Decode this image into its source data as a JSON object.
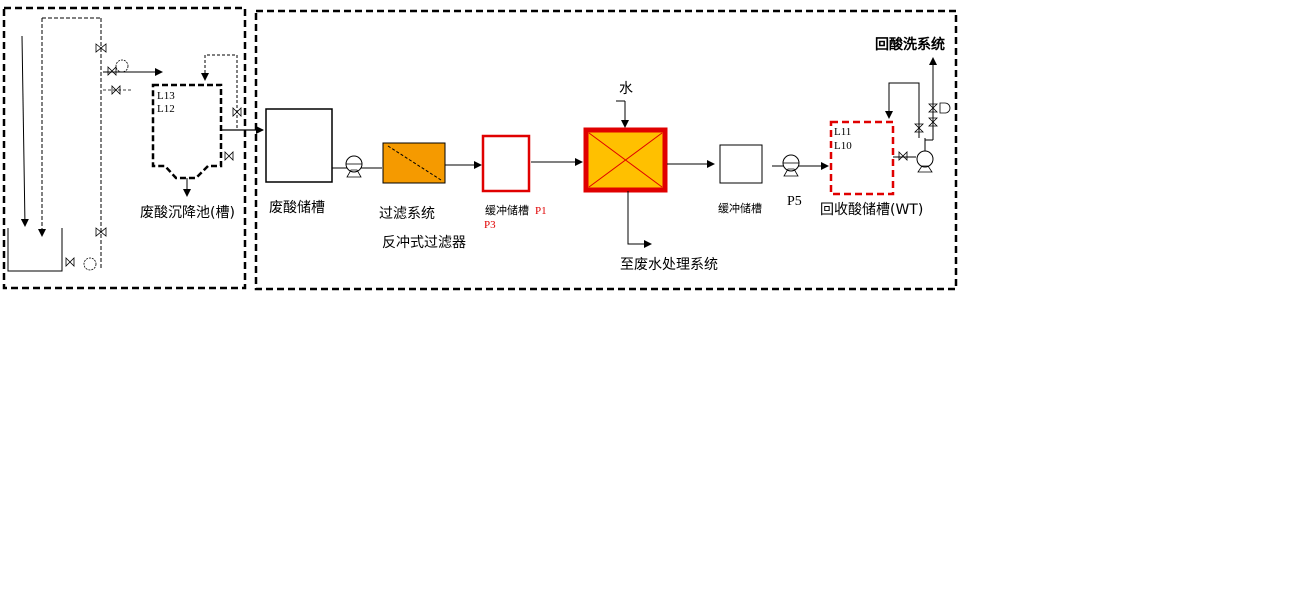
{
  "labels": {
    "settling_tank": "废酸沉降池(槽)",
    "settling_levels": [
      "L13",
      "L12"
    ],
    "waste_acid_tank": "废酸储槽",
    "filter_system": "过滤系统",
    "backwash_filter": "反冲式过滤器",
    "buffer_tank_1": "缓冲储槽",
    "p1": "P1",
    "p3": "P3",
    "water": "水",
    "to_wastewater": "至废水处理系统",
    "buffer_tank_2": "缓冲储槽",
    "p5": "P5",
    "recovery_tank": "回收酸储槽(WT)",
    "recovery_levels": [
      "L11",
      "L10"
    ],
    "return_pickling": "回酸洗系统"
  },
  "colors": {
    "filter_fill": "#f59a00",
    "exchanger_fill": "#ffc000",
    "exchanger_border": "#e00000",
    "red_outline": "#e00000"
  }
}
